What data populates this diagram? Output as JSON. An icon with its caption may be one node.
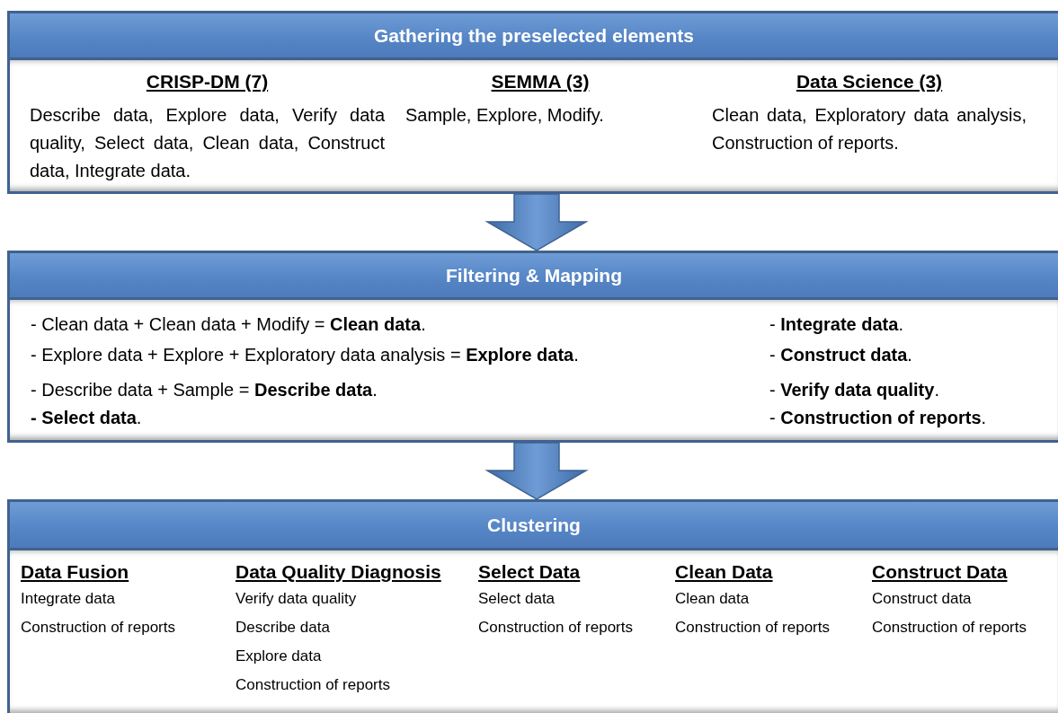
{
  "diagram": {
    "nodes": [
      {
        "text": [
          "Gathering the preselected elements"
        ]
      },
      {
        "text": [
          "CRISP-DM (7)",
          "Describe data, Explore data, Verify data quality, Select data, Clean data, Construct data, Integrate data."
        ],
        "in": 0
      },
      {
        "text": [
          "SEMMA (3)",
          "Sample, Explore, Modify."
        ],
        "in": 0
      },
      {
        "text": [
          "Data Science (3)",
          "Clean data, Exploratory data analysis, Construction of reports."
        ],
        "in": 0
      },
      {
        "text": [
          "Filtering & Mapping",
          "- Clean data + Clean data + Modify = **Clean data**.",
          "- Explore data + Explore + Exploratory data analysis = **Explore data**.",
          "- Describe data + Sample = **Describe data**.",
          "**- Select data**.",
          "- **Integrate data**.",
          "- **Construct data**.",
          "- **Verify data quality**.",
          "- **Construction of reports**."
        ]
      },
      {
        "text": [
          "Clustering"
        ]
      },
      {
        "text": [
          "Data Fusion",
          "Integrate data",
          "Construction of reports"
        ],
        "in": 5
      },
      {
        "text": [
          "Data Quality Diagnosis",
          "Verify data quality",
          "Describe data",
          "Explore data",
          "Construction of reports"
        ],
        "in": 5
      },
      {
        "text": [
          "Select Data",
          "Select data",
          "Construction of reports"
        ],
        "in": 5
      },
      {
        "text": [
          "Clean Data",
          "Clean data",
          "Construction of reports"
        ],
        "in": 5
      },
      {
        "text": [
          "Construct Data",
          "Construct data",
          "Construction of reports"
        ],
        "in": 5
      }
    ],
    "edges": [
      {
        "from": 0,
        "to": 4,
        "arrow": "to"
      },
      {
        "from": 4,
        "to": 5,
        "arrow": "to"
      }
    ]
  }
}
